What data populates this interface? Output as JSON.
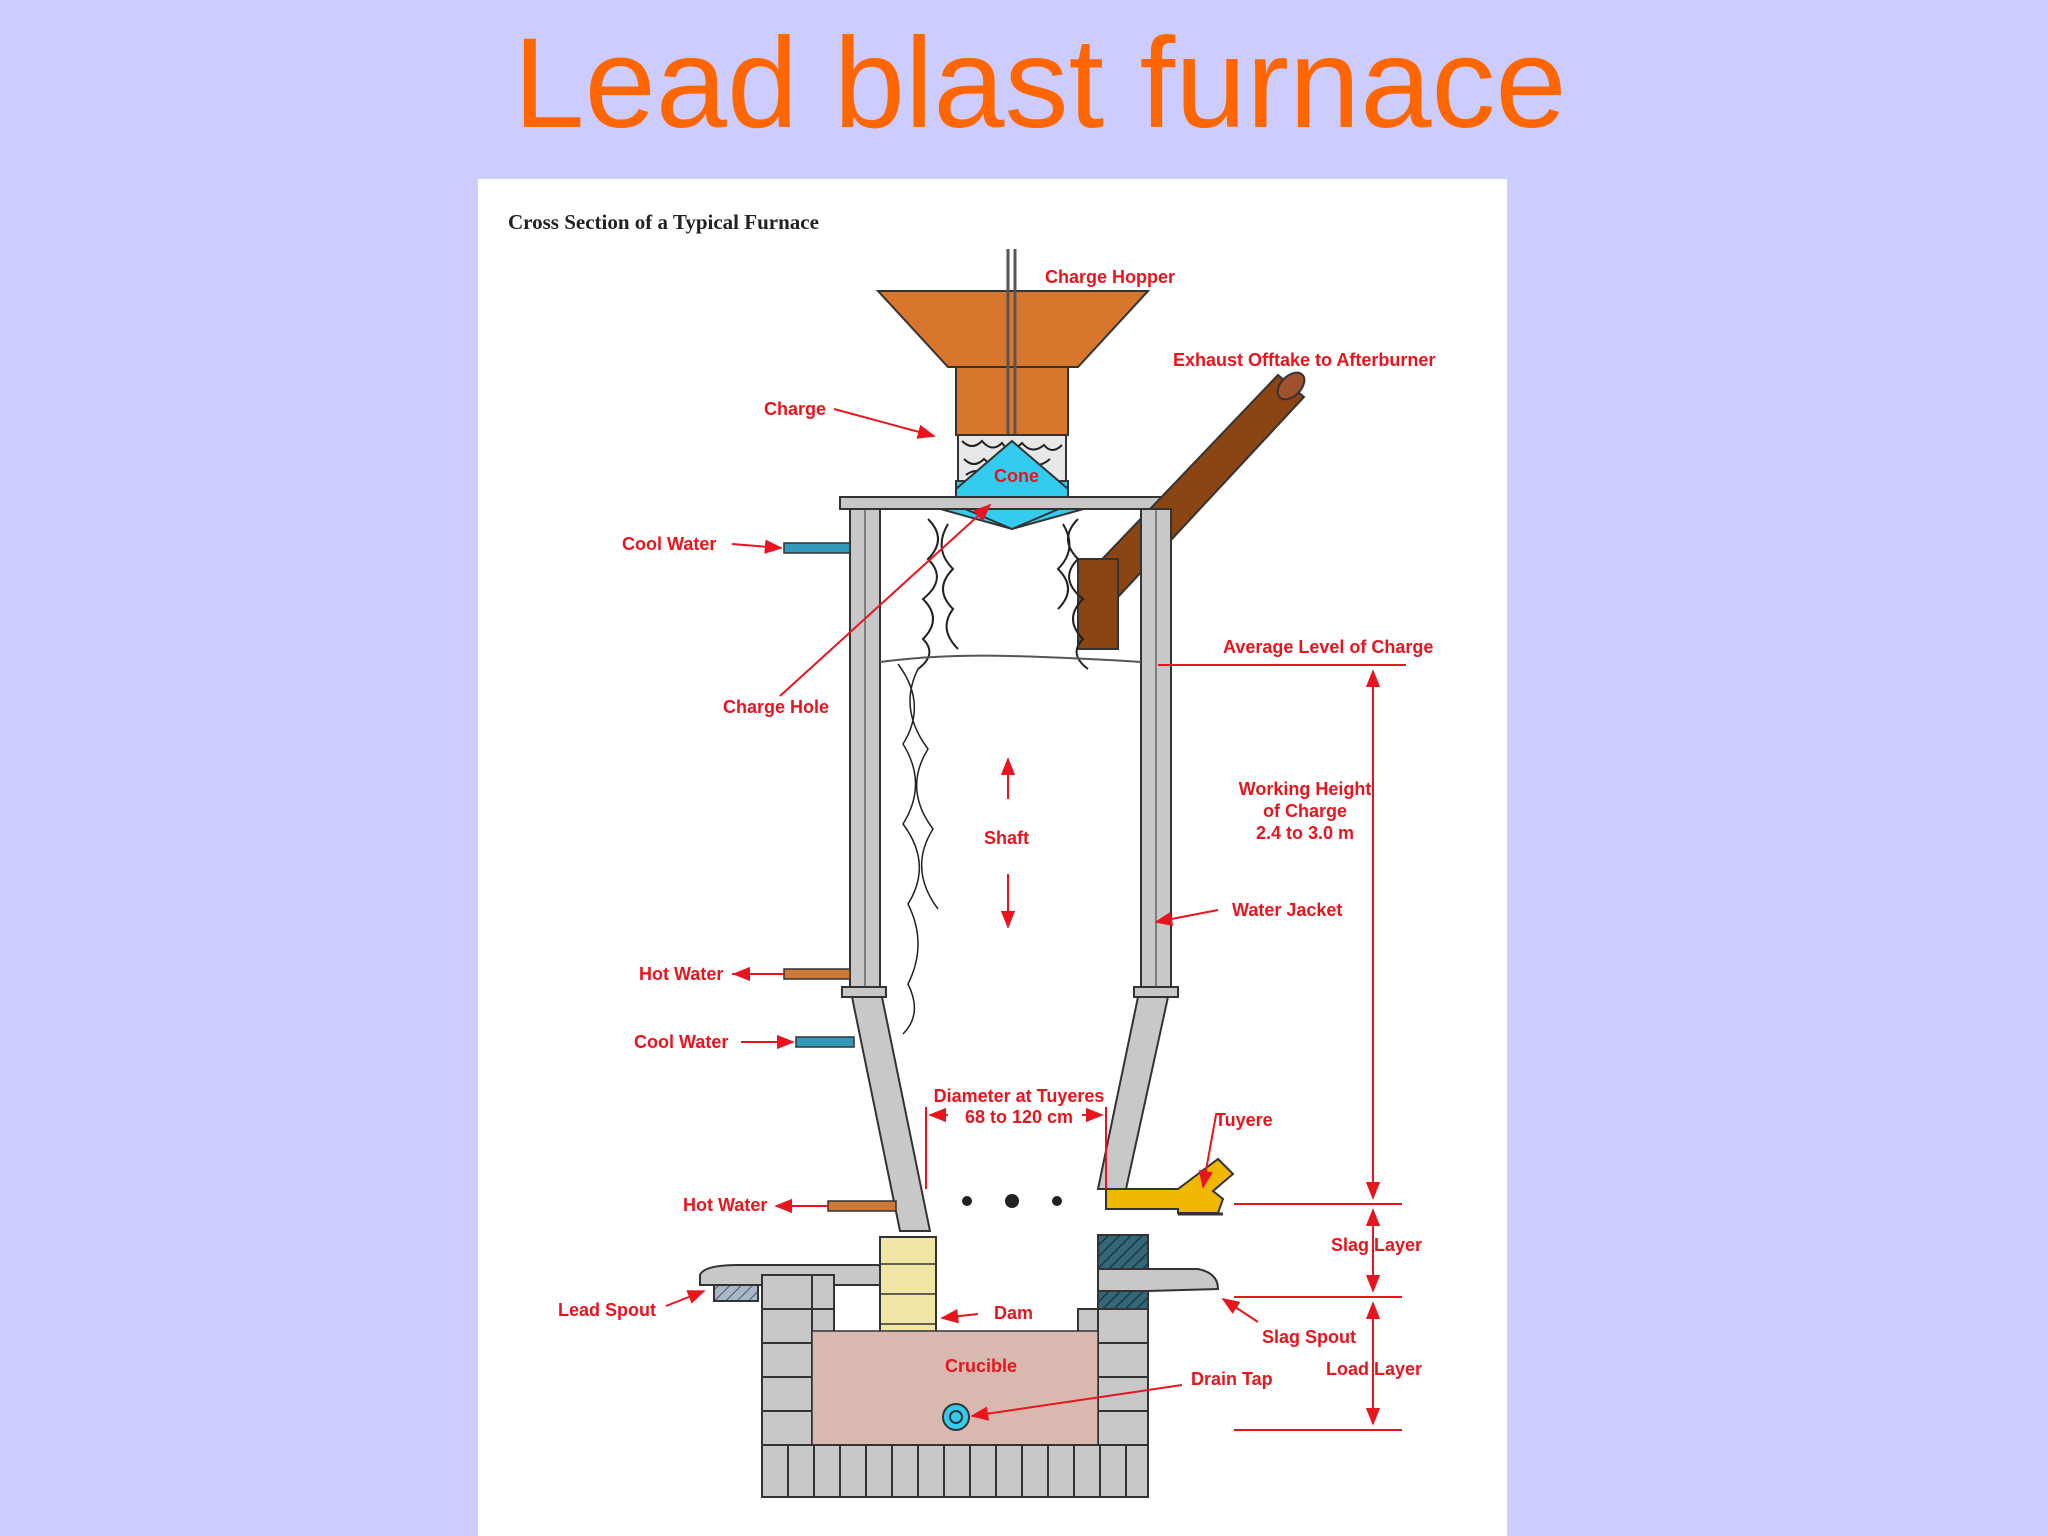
{
  "slide": {
    "title": "Lead blast furnace"
  },
  "figure": {
    "title": "Cross Section of a Typical Furnace",
    "labels": {
      "charge_hopper": "Charge Hopper",
      "exhaust": "Exhaust Offtake to Afterburner",
      "charge": "Charge",
      "cone": "Cone",
      "cool_water_1": "Cool Water",
      "average_level": "Average Level of Charge",
      "charge_hole": "Charge Hole",
      "working_height_1": "Working Height",
      "working_height_2": "of Charge",
      "working_height_3": "2.4 to 3.0 m",
      "shaft": "Shaft",
      "water_jacket": "Water Jacket",
      "hot_water_1": "Hot Water",
      "cool_water_2": "Cool Water",
      "diameter_1": "Diameter at Tuyeres",
      "diameter_2": "68 to 120 cm",
      "tuyere": "Tuyere",
      "hot_water_2": "Hot Water",
      "slag_layer": "Slag Layer",
      "lead_spout": "Lead Spout",
      "dam": "Dam",
      "slag_spout": "Slag Spout",
      "load_layer": "Load Layer",
      "crucible": "Crucible",
      "drain_tap": "Drain Tap"
    }
  },
  "colors": {
    "title": "#ff6600",
    "background": "#ccccff",
    "label": "#e8141e",
    "hopper": "#d9762e",
    "exhaust": "#8a4513",
    "cone": "#33ccee",
    "wall": "#c8c8c8",
    "cool_pipe": "#3399bb",
    "hot_pipe": "#cc7a3a",
    "crucible": "#d9b8b0",
    "tuyere": "#f0b800",
    "dam": "#f2e6a6",
    "slag_spout": "#336677"
  }
}
